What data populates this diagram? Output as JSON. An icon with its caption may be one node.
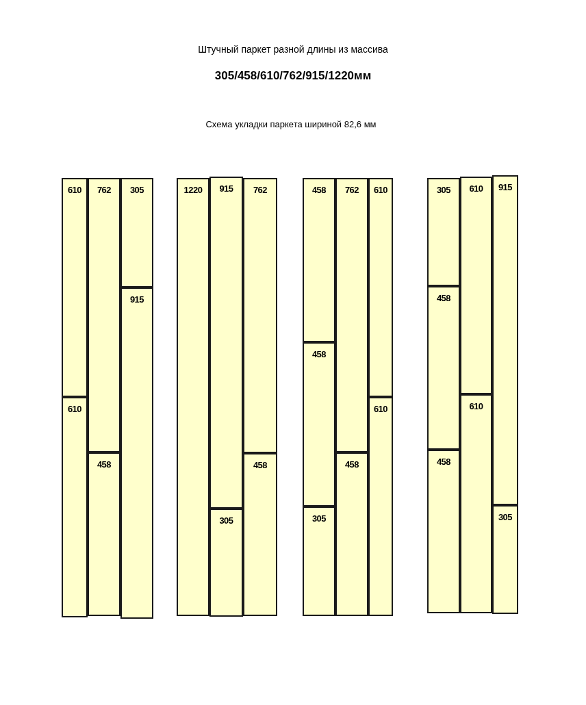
{
  "diagram": {
    "title": "Штучный паркет разной длины из массива",
    "nodes": [
      {
        "text": [
          "610"
        ]
      },
      {
        "text": [
          "610"
        ]
      },
      {
        "text": [
          "762"
        ]
      },
      {
        "text": [
          "458"
        ]
      },
      {
        "text": [
          "305"
        ]
      },
      {
        "text": [
          "915"
        ]
      },
      {
        "text": [
          "1220"
        ]
      },
      {
        "text": [
          "915"
        ]
      },
      {
        "text": [
          "305"
        ]
      },
      {
        "text": [
          "762"
        ]
      },
      {
        "text": [
          "458"
        ]
      },
      {
        "text": [
          "458"
        ]
      },
      {
        "text": [
          "458"
        ]
      },
      {
        "text": [
          "305"
        ]
      },
      {
        "text": [
          "762"
        ]
      },
      {
        "text": [
          "458"
        ]
      },
      {
        "text": [
          "610"
        ]
      },
      {
        "text": [
          "610"
        ]
      },
      {
        "text": [
          "305"
        ]
      },
      {
        "text": [
          "458"
        ]
      },
      {
        "text": [
          "458"
        ]
      },
      {
        "text": [
          "610"
        ]
      },
      {
        "text": [
          "610"
        ]
      },
      {
        "text": [
          "915"
        ]
      },
      {
        "text": [
          "305"
        ]
      }
    ],
    "labels": [
      "305/458/610/762/915/1220мм",
      "Схема укладки паркета шириной 82,6 мм"
    ]
  }
}
